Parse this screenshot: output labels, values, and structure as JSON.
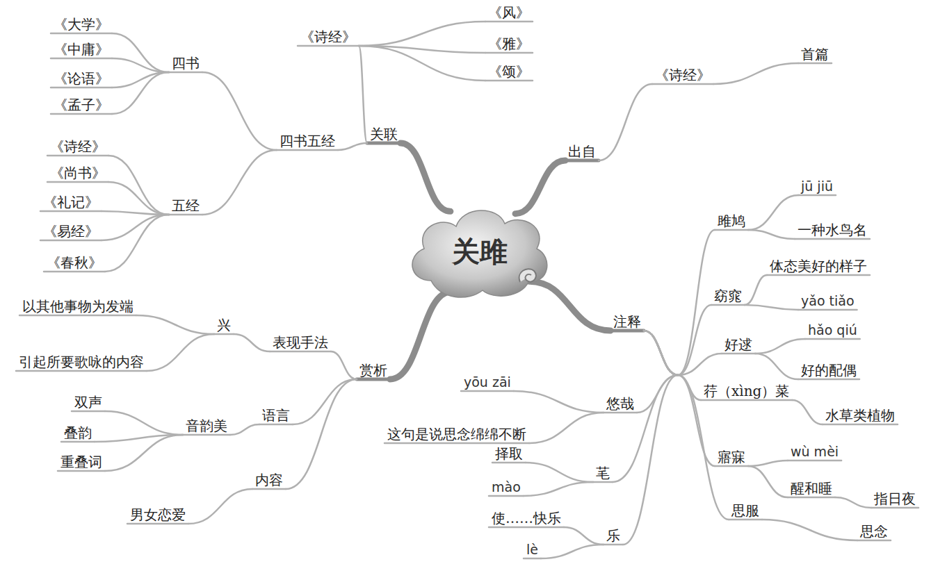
{
  "diagram": {
    "nodes": [
      {
        "text": [
          "关雎"
        ]
      },
      {
        "text": [
          "出自"
        ]
      },
      {
        "text": [
          "《诗经》"
        ]
      },
      {
        "text": [
          "首篇"
        ]
      },
      {
        "text": [
          "关联"
        ]
      },
      {
        "text": [
          "《诗经》"
        ]
      },
      {
        "text": [
          "《风》"
        ]
      },
      {
        "text": [
          "《雅》"
        ]
      },
      {
        "text": [
          "《颂》"
        ]
      },
      {
        "text": [
          "四书五经"
        ]
      },
      {
        "text": [
          "四书"
        ]
      },
      {
        "text": [
          "《大学》"
        ]
      },
      {
        "text": [
          "《中庸》"
        ]
      },
      {
        "text": [
          "《论语》"
        ]
      },
      {
        "text": [
          "《孟子》"
        ]
      },
      {
        "text": [
          "五经"
        ]
      },
      {
        "text": [
          "《诗经》"
        ]
      },
      {
        "text": [
          "《尚书》"
        ]
      },
      {
        "text": [
          "《礼记》"
        ]
      },
      {
        "text": [
          "《易经》"
        ]
      },
      {
        "text": [
          "《春秋》"
        ]
      },
      {
        "text": [
          "赏析"
        ]
      },
      {
        "text": [
          "表现手法"
        ]
      },
      {
        "text": [
          "兴"
        ]
      },
      {
        "text": [
          "以其他事物为发端"
        ]
      },
      {
        "text": [
          "引起所要歌咏的内容"
        ]
      },
      {
        "text": [
          "语言"
        ]
      },
      {
        "text": [
          "音韵美"
        ]
      },
      {
        "text": [
          "双声"
        ]
      },
      {
        "text": [
          "叠韵"
        ]
      },
      {
        "text": [
          "重叠词"
        ]
      },
      {
        "text": [
          "内容"
        ]
      },
      {
        "text": [
          "男女恋爱"
        ]
      },
      {
        "text": [
          "注释"
        ]
      },
      {
        "text": [
          "雎鸠"
        ]
      },
      {
        "text": [
          "jū jiū"
        ]
      },
      {
        "text": [
          "一种水鸟名"
        ]
      },
      {
        "text": [
          "窈窕"
        ]
      },
      {
        "text": [
          "体态美好的样子"
        ]
      },
      {
        "text": [
          "yǎo tiǎo"
        ]
      },
      {
        "text": [
          "好逑"
        ]
      },
      {
        "text": [
          "hǎo qiú"
        ]
      },
      {
        "text": [
          "好的配偶"
        ]
      },
      {
        "text": [
          "荇（xìng）菜"
        ]
      },
      {
        "text": [
          "水草类植物"
        ]
      },
      {
        "text": [
          "寤寐"
        ]
      },
      {
        "text": [
          "wù mèi"
        ]
      },
      {
        "text": [
          "醒和睡"
        ]
      },
      {
        "text": [
          "指日夜"
        ]
      },
      {
        "text": [
          "思服"
        ]
      },
      {
        "text": [
          "思念"
        ]
      },
      {
        "text": [
          "悠哉"
        ]
      },
      {
        "text": [
          "yōu zāi"
        ]
      },
      {
        "text": [
          "这句是说思念绵绵不断"
        ]
      },
      {
        "text": [
          "芼"
        ]
      },
      {
        "text": [
          "择取"
        ]
      },
      {
        "text": [
          "mào"
        ]
      },
      {
        "text": [
          "乐"
        ]
      },
      {
        "text": [
          "使……快乐"
        ]
      },
      {
        "text": [
          "lè"
        ]
      }
    ],
    "edges": [
      {
        "from": 0,
        "to": 1,
        "arrow": "none"
      },
      {
        "from": 1,
        "to": 2,
        "arrow": "none"
      },
      {
        "from": 2,
        "to": 3,
        "arrow": "none"
      },
      {
        "from": 0,
        "to": 4,
        "arrow": "none"
      },
      {
        "from": 4,
        "to": 5,
        "arrow": "none"
      },
      {
        "from": 5,
        "to": 6,
        "arrow": "none"
      },
      {
        "from": 5,
        "to": 7,
        "arrow": "none"
      },
      {
        "from": 5,
        "to": 8,
        "arrow": "none"
      },
      {
        "from": 4,
        "to": 9,
        "arrow": "none"
      },
      {
        "from": 9,
        "to": 10,
        "arrow": "none"
      },
      {
        "from": 10,
        "to": 11,
        "arrow": "none"
      },
      {
        "from": 10,
        "to": 12,
        "arrow": "none"
      },
      {
        "from": 10,
        "to": 13,
        "arrow": "none"
      },
      {
        "from": 10,
        "to": 14,
        "arrow": "none"
      },
      {
        "from": 9,
        "to": 15,
        "arrow": "none"
      },
      {
        "from": 15,
        "to": 16,
        "arrow": "none"
      },
      {
        "from": 15,
        "to": 17,
        "arrow": "none"
      },
      {
        "from": 15,
        "to": 18,
        "arrow": "none"
      },
      {
        "from": 15,
        "to": 19,
        "arrow": "none"
      },
      {
        "from": 15,
        "to": 20,
        "arrow": "none"
      },
      {
        "from": 0,
        "to": 21,
        "arrow": "none"
      },
      {
        "from": 21,
        "to": 22,
        "arrow": "none"
      },
      {
        "from": 22,
        "to": 23,
        "arrow": "none"
      },
      {
        "from": 23,
        "to": 24,
        "arrow": "none"
      },
      {
        "from": 23,
        "to": 25,
        "arrow": "none"
      },
      {
        "from": 21,
        "to": 26,
        "arrow": "none"
      },
      {
        "from": 26,
        "to": 27,
        "arrow": "none"
      },
      {
        "from": 27,
        "to": 28,
        "arrow": "none"
      },
      {
        "from": 27,
        "to": 29,
        "arrow": "none"
      },
      {
        "from": 27,
        "to": 30,
        "arrow": "none"
      },
      {
        "from": 21,
        "to": 31,
        "arrow": "none"
      },
      {
        "from": 31,
        "to": 32,
        "arrow": "none"
      },
      {
        "from": 0,
        "to": 33,
        "arrow": "none"
      },
      {
        "from": 33,
        "to": 34,
        "arrow": "none"
      },
      {
        "from": 34,
        "to": 35,
        "arrow": "none"
      },
      {
        "from": 34,
        "to": 36,
        "arrow": "none"
      },
      {
        "from": 33,
        "to": 37,
        "arrow": "none"
      },
      {
        "from": 37,
        "to": 38,
        "arrow": "none"
      },
      {
        "from": 37,
        "to": 39,
        "arrow": "none"
      },
      {
        "from": 33,
        "to": 40,
        "arrow": "none"
      },
      {
        "from": 40,
        "to": 41,
        "arrow": "none"
      },
      {
        "from": 40,
        "to": 42,
        "arrow": "none"
      },
      {
        "from": 33,
        "to": 43,
        "arrow": "none"
      },
      {
        "from": 43,
        "to": 44,
        "arrow": "none"
      },
      {
        "from": 33,
        "to": 45,
        "arrow": "none"
      },
      {
        "from": 45,
        "to": 46,
        "arrow": "none"
      },
      {
        "from": 45,
        "to": 47,
        "arrow": "none"
      },
      {
        "from": 47,
        "to": 48,
        "arrow": "none"
      },
      {
        "from": 33,
        "to": 49,
        "arrow": "none"
      },
      {
        "from": 49,
        "to": 50,
        "arrow": "none"
      },
      {
        "from": 33,
        "to": 51,
        "arrow": "none"
      },
      {
        "from": 51,
        "to": 52,
        "arrow": "none"
      },
      {
        "from": 51,
        "to": 53,
        "arrow": "none"
      },
      {
        "from": 33,
        "to": 54,
        "arrow": "none"
      },
      {
        "from": 54,
        "to": 55,
        "arrow": "none"
      },
      {
        "from": 54,
        "to": 56,
        "arrow": "none"
      },
      {
        "from": 33,
        "to": 57,
        "arrow": "none"
      },
      {
        "from": 57,
        "to": 58,
        "arrow": "none"
      },
      {
        "from": 57,
        "to": 59,
        "arrow": "none"
      }
    ]
  }
}
